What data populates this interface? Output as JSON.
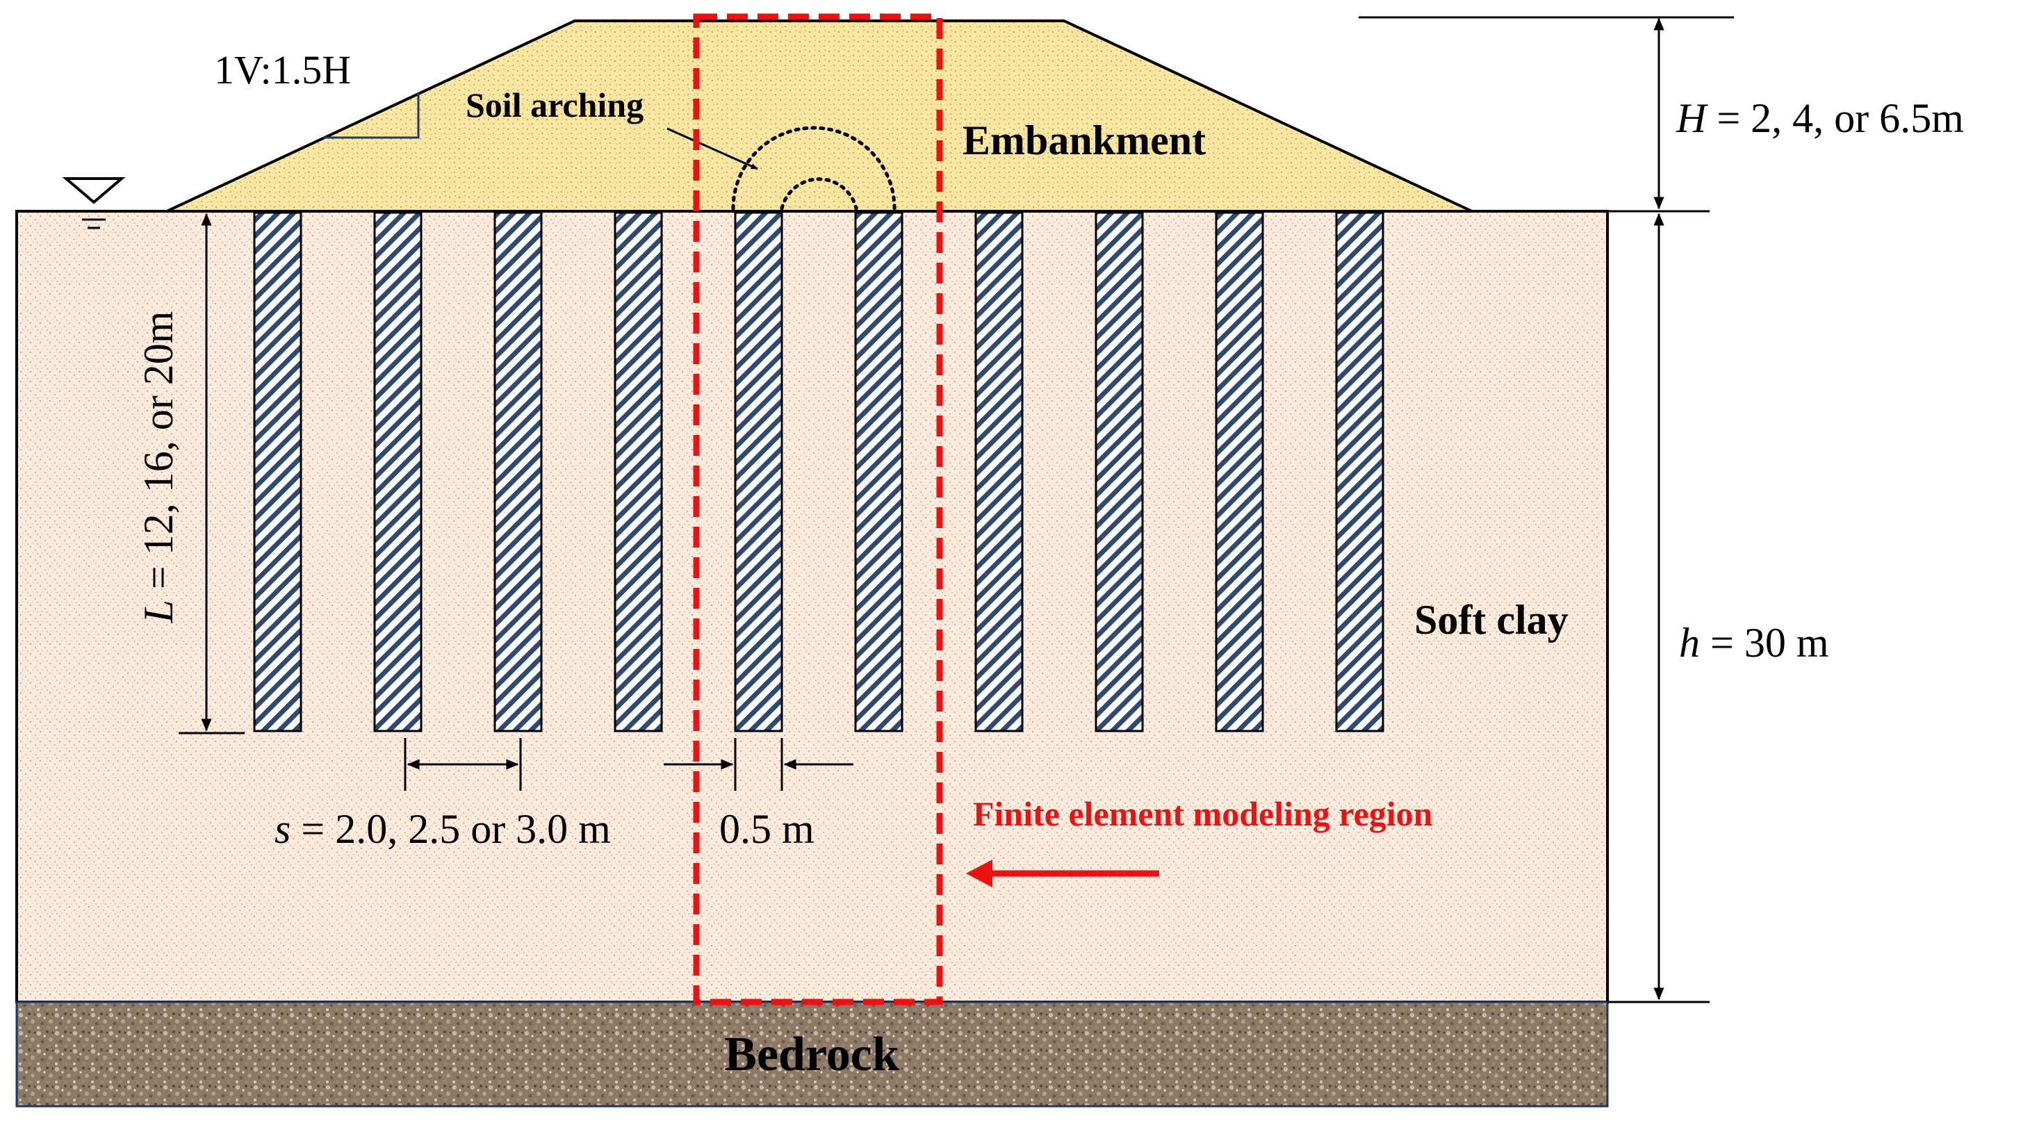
{
  "labels": {
    "slope_ratio": "1V:1.5H",
    "soil_arching": "Soil arching",
    "embankment": "Embankment",
    "embankment_height_var": "H",
    "embankment_height_value": " = 2, 4, or 6.5m",
    "pile_length_var": "L",
    "pile_length_value": " = 12, 16, or 20m",
    "soft_clay": "Soft clay",
    "clay_depth_var": "h",
    "clay_depth_value": " = 30 m",
    "spacing_var": "s",
    "spacing_value": " = 2.0, 2.5 or 3.0 m",
    "pile_width": "0.5 m",
    "fem_region": "Finite element modeling region",
    "bedrock": "Bedrock"
  },
  "colors": {
    "embankment_fill": "#f7e7a2",
    "embankment_dots": "#cf9a3c",
    "clay_fill": "#fbebdd",
    "clay_dots": "#d08e6c",
    "pile_hatch": "#2e4a72",
    "bedrock_fill": "#8d7a66",
    "fem_region": "#ee1111",
    "line": "#000000",
    "slope_triangle": "#1f3864"
  },
  "pile_count": 10
}
